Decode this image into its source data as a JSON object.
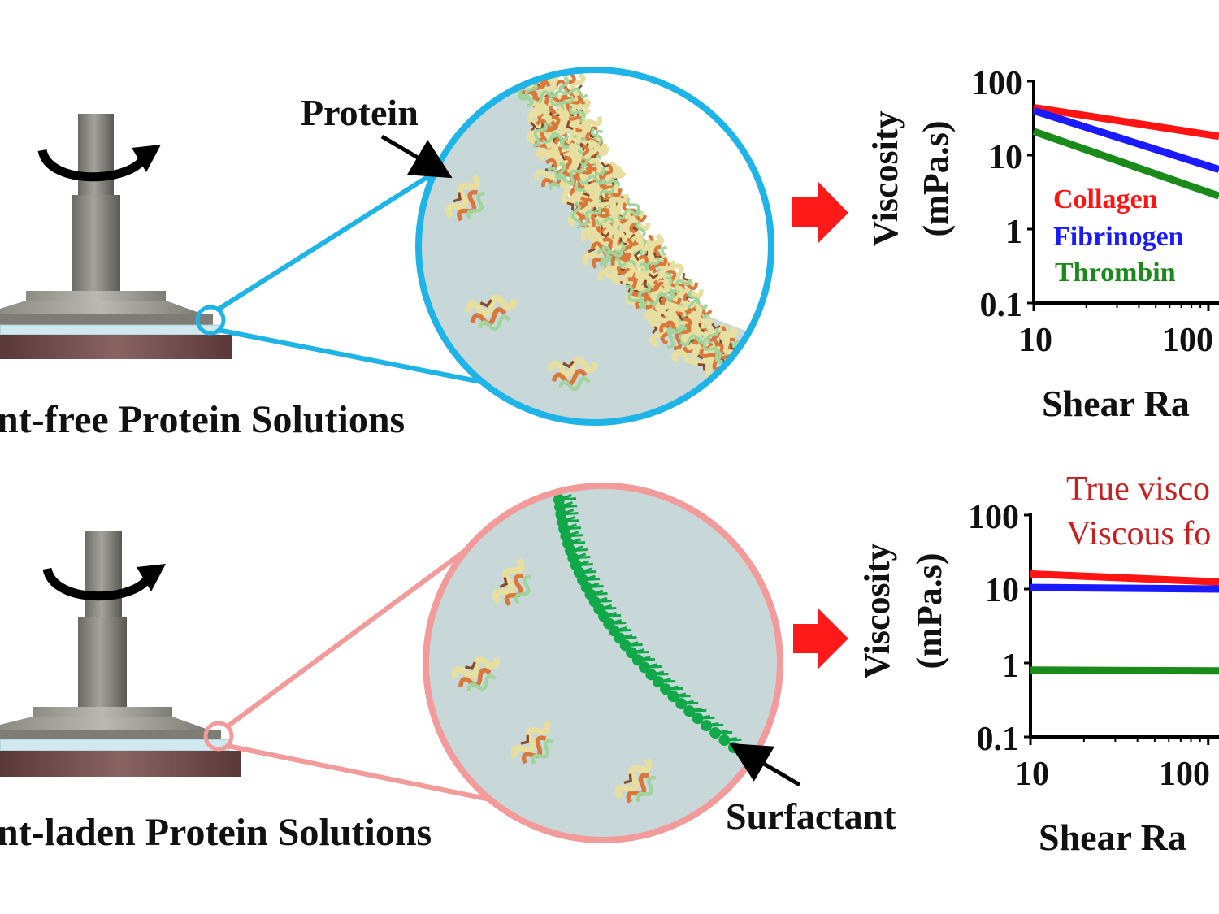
{
  "top_panel": {
    "caption": "nt-free Protein Solutions",
    "callout": "Protein",
    "ring_color": "#1fb4e8",
    "chart": {
      "ylabel_line1": "Viscosity",
      "ylabel_line2": "(mPa.s)",
      "xlabel": "Shear Ra",
      "yticks": [
        "100",
        "10",
        "1",
        "0.1"
      ],
      "xticks": [
        "10",
        "100"
      ],
      "legend": [
        "Collagen",
        "Fibrinogen",
        "Thrombin"
      ]
    }
  },
  "bottom_panel": {
    "caption": "nt-laden Protein Solutions",
    "callout": "Surfactant",
    "ring_color": "#f39a9a",
    "note_line1": "True visco",
    "note_line2": "Viscous fo",
    "chart": {
      "ylabel_line1": "Viscosity",
      "ylabel_line2": "(mPa.s)",
      "xlabel": "Shear Ra",
      "yticks": [
        "100",
        "10",
        "1",
        "0.1"
      ],
      "xticks": [
        "10",
        "100"
      ]
    }
  },
  "colors": {
    "collagen": "#ff1414",
    "fibrinogen": "#1a1aff",
    "thrombin": "#1a8a1a",
    "surfactant": "#11a84a",
    "arrow": "#ff1a1a",
    "note": "#c81e1e"
  },
  "chart_data": [
    {
      "type": "line",
      "x_scale": "log",
      "y_scale": "log",
      "xlabel": "Shear Ra",
      "ylabel": "Viscosity (mPa.s)",
      "xlim": [
        10,
        115
      ],
      "ylim": [
        0.1,
        100
      ],
      "series": [
        {
          "name": "Collagen",
          "color": "#ff1414",
          "x": [
            10,
            115
          ],
          "y": [
            44,
            18
          ]
        },
        {
          "name": "Fibrinogen",
          "color": "#1a1aff",
          "x": [
            10,
            115
          ],
          "y": [
            40,
            6.4
          ]
        },
        {
          "name": "Thrombin",
          "color": "#1a8a1a",
          "x": [
            10,
            115
          ],
          "y": [
            21,
            2.8
          ]
        }
      ]
    },
    {
      "type": "line",
      "x_scale": "log",
      "y_scale": "log",
      "xlabel": "Shear Ra",
      "ylabel": "Viscosity (mPa.s)",
      "xlim": [
        10,
        115
      ],
      "ylim": [
        0.1,
        100
      ],
      "series": [
        {
          "color": "#ff1414",
          "x": [
            10,
            115
          ],
          "y": [
            16,
            12.5
          ]
        },
        {
          "color": "#1a1aff",
          "x": [
            10,
            115
          ],
          "y": [
            10.5,
            10
          ]
        },
        {
          "color": "#1a8a1a",
          "x": [
            10,
            115
          ],
          "y": [
            0.8,
            0.78
          ]
        }
      ]
    }
  ]
}
